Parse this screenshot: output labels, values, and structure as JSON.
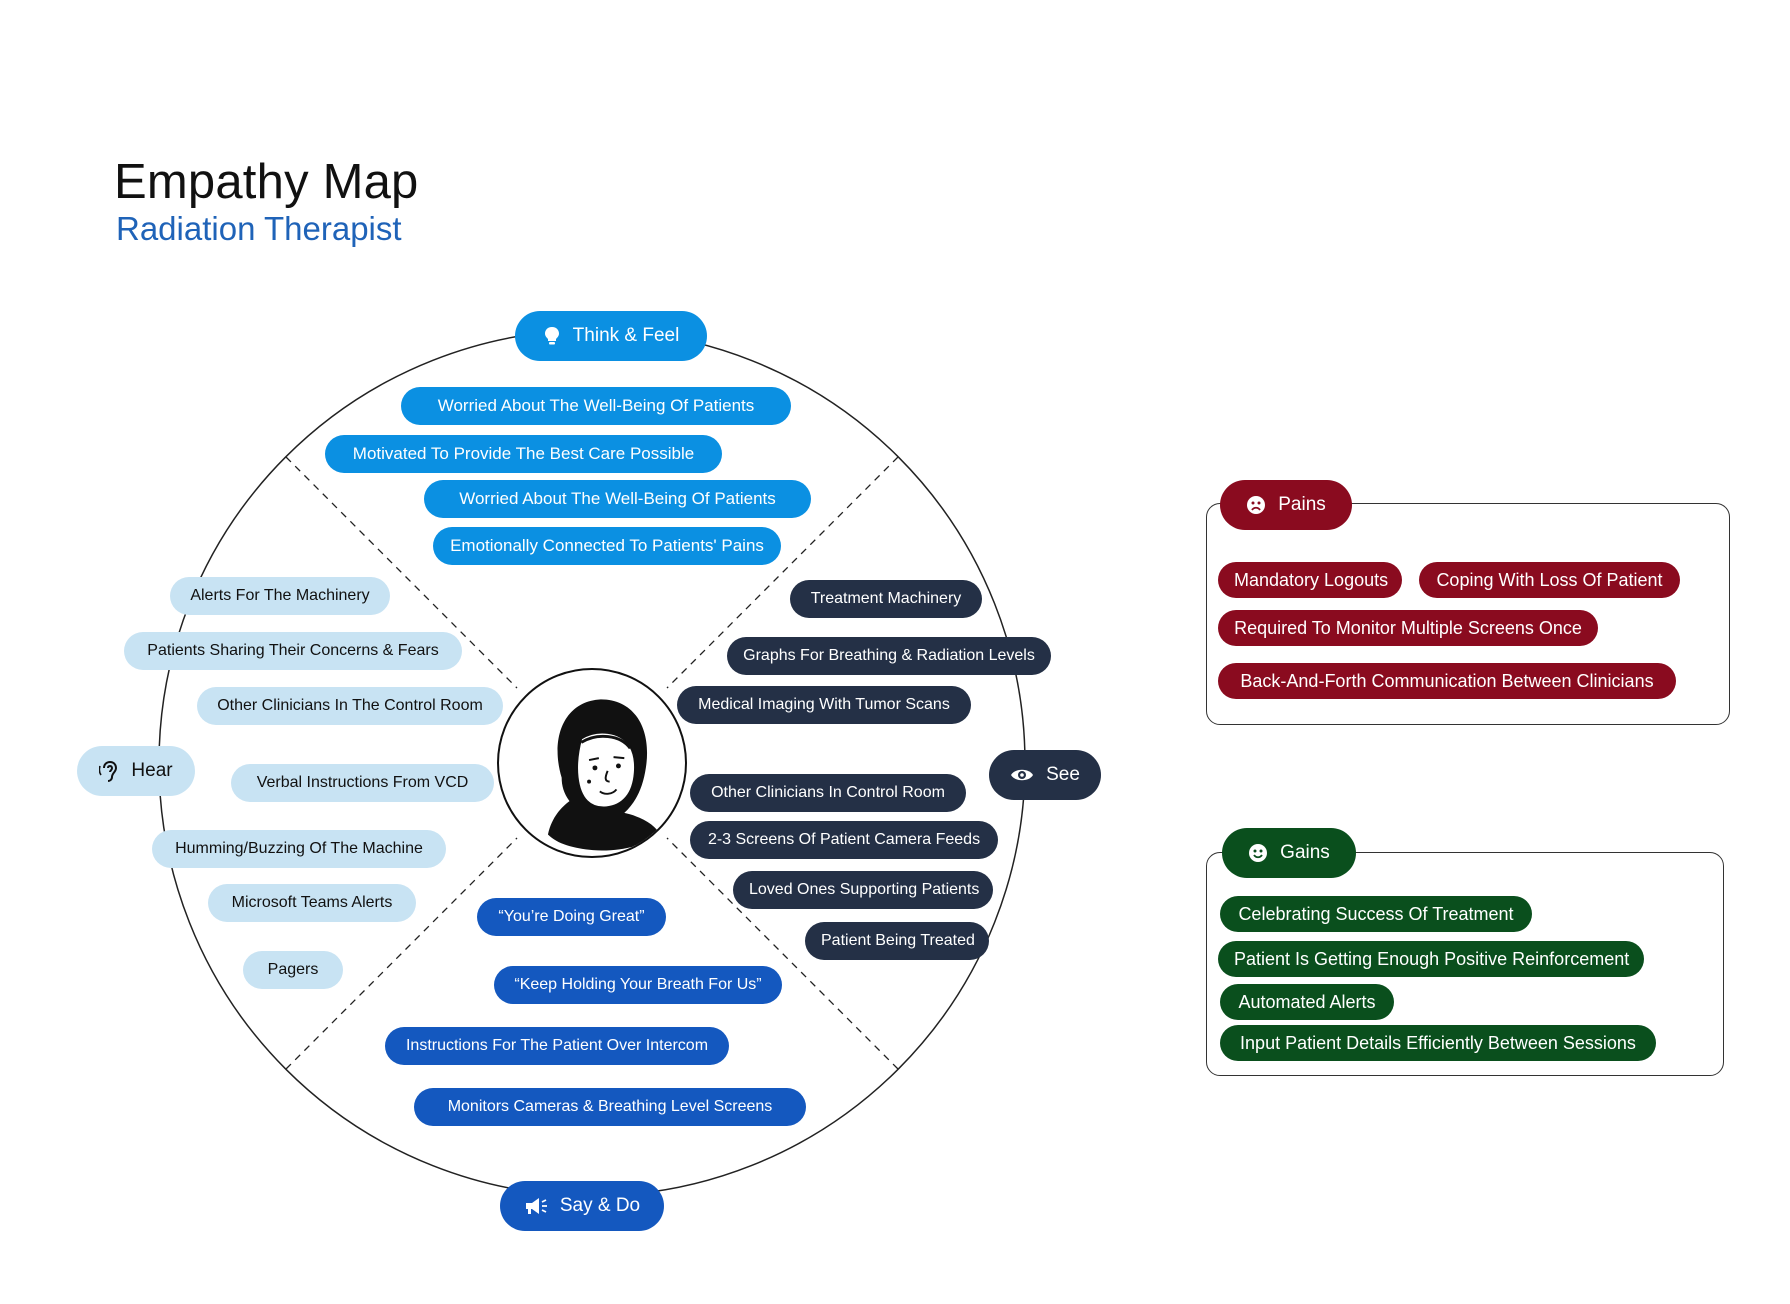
{
  "header": {
    "title": "Empathy Map",
    "subtitle": "Radiation Therapist"
  },
  "colors": {
    "think_feel": "#0b90e2",
    "hear": "#c8e3f3",
    "see": "#243046",
    "say_do": "#1458bf",
    "pains": "#8a0b1f",
    "gains": "#0a4f1d"
  },
  "map": {
    "think_feel": {
      "label": "Think & Feel",
      "icon": "lightbulb-icon",
      "items": [
        "Worried About The Well-Being Of Patients",
        "Motivated To Provide The Best Care Possible",
        "Worried About The Well-Being Of Patients",
        "Emotionally Connected To Patients' Pains"
      ]
    },
    "hear": {
      "label": "Hear",
      "icon": "ear-icon",
      "items": [
        "Alerts For The Machinery",
        "Patients Sharing Their Concerns & Fears",
        "Other Clinicians In The Control Room",
        "Verbal Instructions From VCD",
        "Humming/Buzzing Of The Machine",
        "Microsoft Teams Alerts",
        "Pagers"
      ]
    },
    "see": {
      "label": "See",
      "icon": "eye-icon",
      "items": [
        "Treatment Machinery",
        "Graphs For Breathing & Radiation Levels",
        "Medical Imaging With Tumor Scans",
        "Other Clinicians In Control Room",
        "2-3 Screens Of Patient Camera Feeds",
        "Loved Ones Supporting Patients",
        "Patient Being Treated"
      ]
    },
    "say_do": {
      "label": "Say & Do",
      "icon": "megaphone-icon",
      "items": [
        "“You’re Doing Great”",
        "“Keep Holding Your Breath For Us”",
        "Instructions For The Patient Over Intercom",
        "Monitors Cameras & Breathing Level Screens"
      ]
    }
  },
  "pains": {
    "label": "Pains",
    "icon": "sad-face-icon",
    "items": [
      "Mandatory Logouts",
      "Coping With Loss Of Patient",
      "Required To Monitor Multiple Screens Once",
      "Back-And-Forth Communication Between Clinicians"
    ]
  },
  "gains": {
    "label": "Gains",
    "icon": "smile-face-icon",
    "items": [
      "Celebrating Success Of Treatment",
      "Patient Is Getting Enough Positive Reinforcement",
      "Automated Alerts",
      "Input Patient Details Efficiently Between Sessions"
    ]
  }
}
